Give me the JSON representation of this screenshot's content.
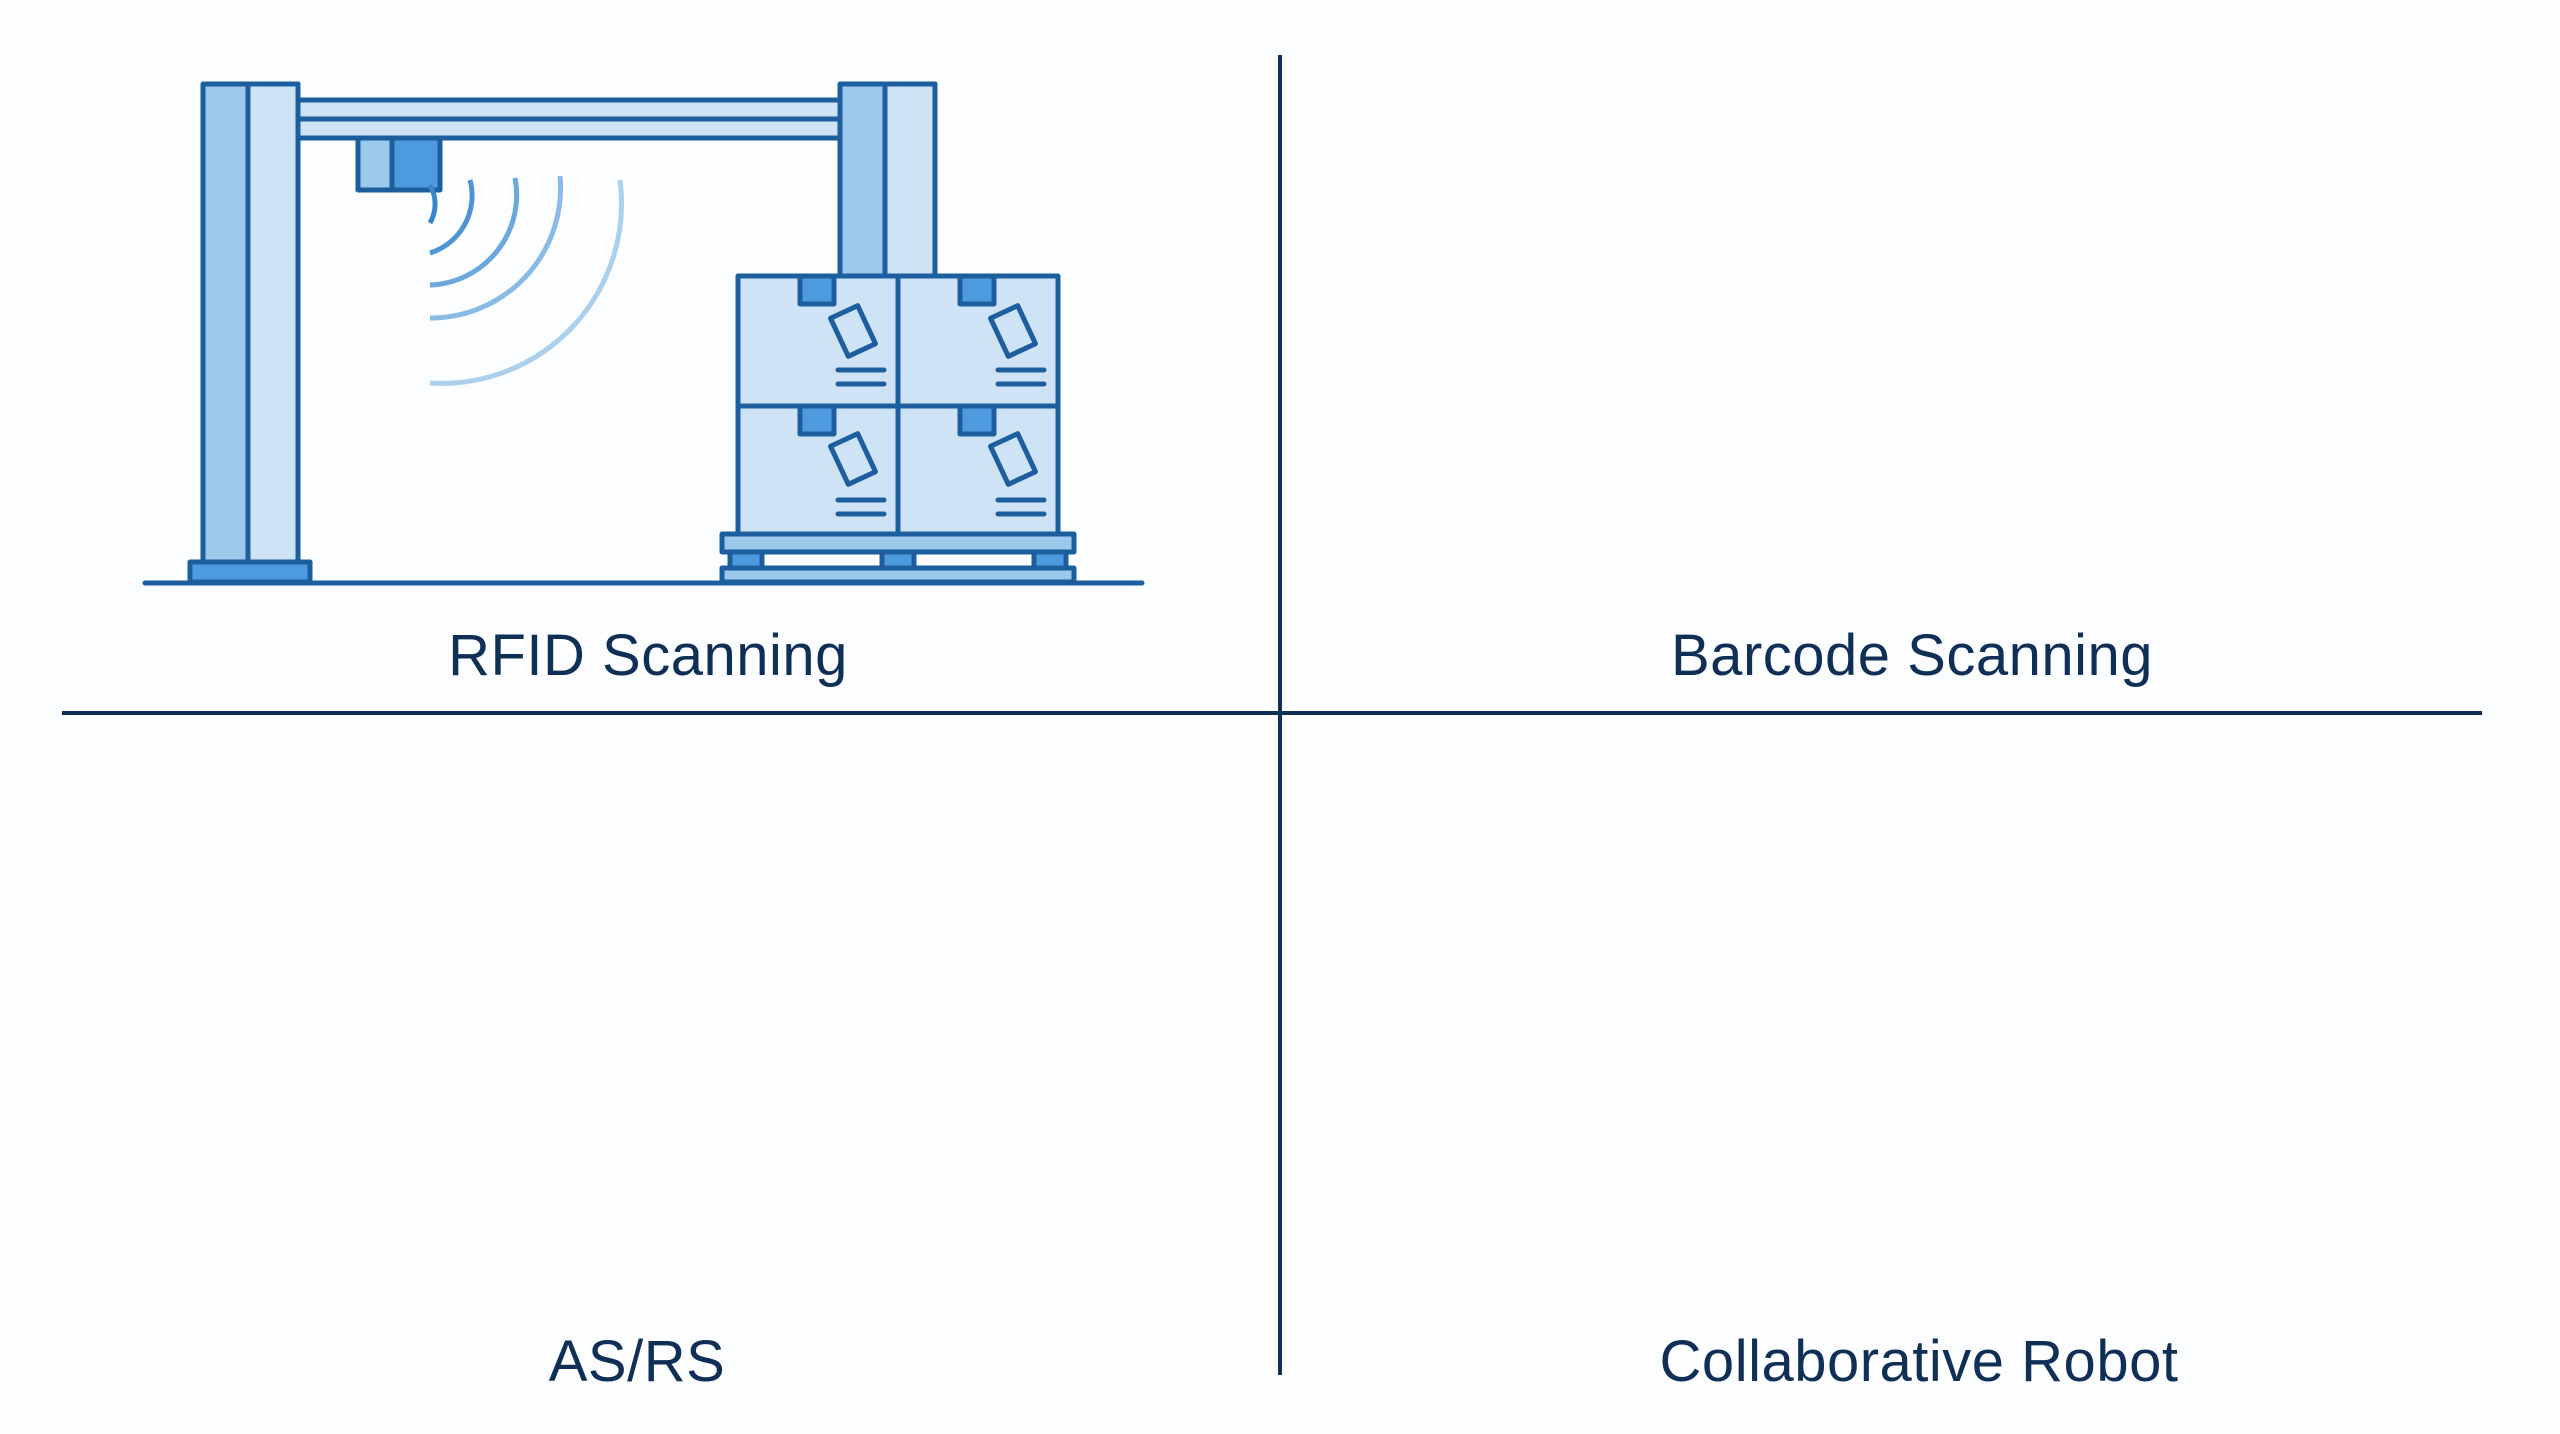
{
  "panels": [
    {
      "id": "rfid",
      "label": "RFID Scanning",
      "icon": "rfid-gate-icon"
    },
    {
      "id": "barcode",
      "label": "Barcode Scanning",
      "icon": "barcode-scanner-icon"
    },
    {
      "id": "asrs",
      "label": "AS/RS",
      "icon": "asrs-crane-icon"
    },
    {
      "id": "cobot",
      "label": "Collaborative Robot",
      "icon": "cobot-arm-icon"
    }
  ],
  "colors": {
    "stroke": "#1d5f9e",
    "fill_light": "#cfe3f6",
    "fill_mid": "#9cc8ec",
    "fill_strong": "#3d8fd6",
    "text": "#0f2f57",
    "divider": "#0f2f57"
  }
}
